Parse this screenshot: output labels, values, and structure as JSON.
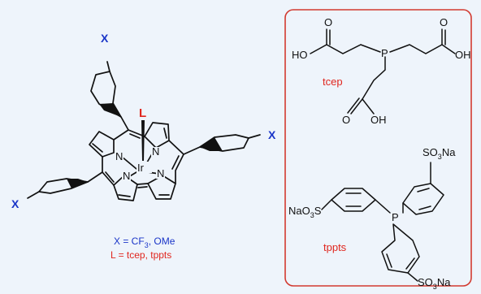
{
  "colors": {
    "background": "#eef4fb",
    "bond": "#111111",
    "substituent": "#1a35c8",
    "ligand": "#e0261e",
    "frame": "#d23a30"
  },
  "corrole": {
    "metal": "Ir",
    "axial_ligand": "L",
    "nitrogen": "N",
    "substituent": "X",
    "legend_x_prefix": "X = CF",
    "legend_x_subscript": "3",
    "legend_x_suffix": ", OMe",
    "legend_l": "L = tcep, tppts"
  },
  "tcep": {
    "name": "tcep",
    "phosphorus": "P",
    "ho_left": "HO",
    "oh_right": "OH",
    "oh_bottom": "OH",
    "oxygen": "O"
  },
  "tppts": {
    "name": "tppts",
    "phosphorus": "P",
    "so3na_prefix": "SO",
    "so3na_subscript": "3",
    "so3na_suffix": "Na",
    "naso3s_prefix": "NaO",
    "naso3s_subscript": "3",
    "naso3s_suffix": "S"
  }
}
